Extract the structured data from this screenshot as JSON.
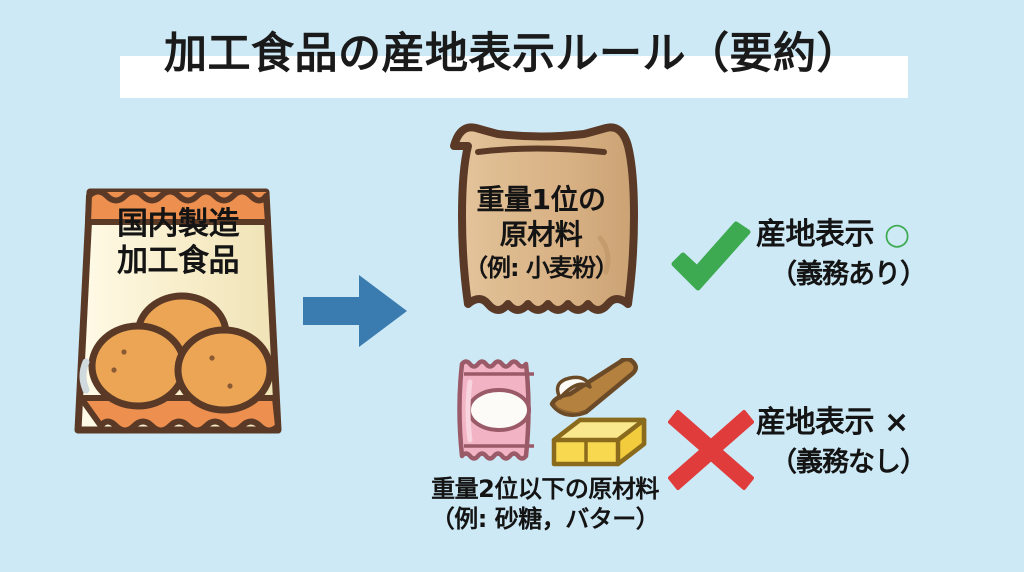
{
  "background_color": "#cde9f5",
  "title": {
    "text": "加工食品の産地表示ルール（要約）",
    "band_color": "#ffffff",
    "text_color": "#1a1a1a"
  },
  "package": {
    "label_line1": "国内製造",
    "label_line2": "加工食品",
    "band_color": "#ed8f4f",
    "body_color": "#f7ecc8",
    "outline_color": "#5a3a26",
    "snack_color": "#eba555"
  },
  "arrow": {
    "direction": "right",
    "color": "#3a7cb0"
  },
  "sack": {
    "line1": "重量1位の",
    "line2": "原材料",
    "line3": "（例: 小麦粉）",
    "body_color": "#dbb789",
    "outline_color": "#5a3a26"
  },
  "minor_ingredients": {
    "caption_line1": "重量2位以下の原材料",
    "caption_line2": "（例: 砂糖，バター）",
    "sugar_bag_color": "#f2b4c4",
    "sugar_color": "#ffffff",
    "spoon_color": "#b4813f",
    "butter_color": "#f7d84f"
  },
  "results": [
    {
      "id": "mandatory",
      "mark": "check-mark",
      "mark_color": "#3daa52",
      "line1_text": "産地表示",
      "line1_symbol": "○",
      "line1_symbol_color": "#3daa52",
      "line2": "（義務あり）"
    },
    {
      "id": "not-mandatory",
      "mark": "cross-mark",
      "mark_color": "#e03c3c",
      "line1_text": "産地表示",
      "line1_symbol": "×",
      "line1_symbol_color": "#141414",
      "line2": "（義務なし）"
    }
  ]
}
